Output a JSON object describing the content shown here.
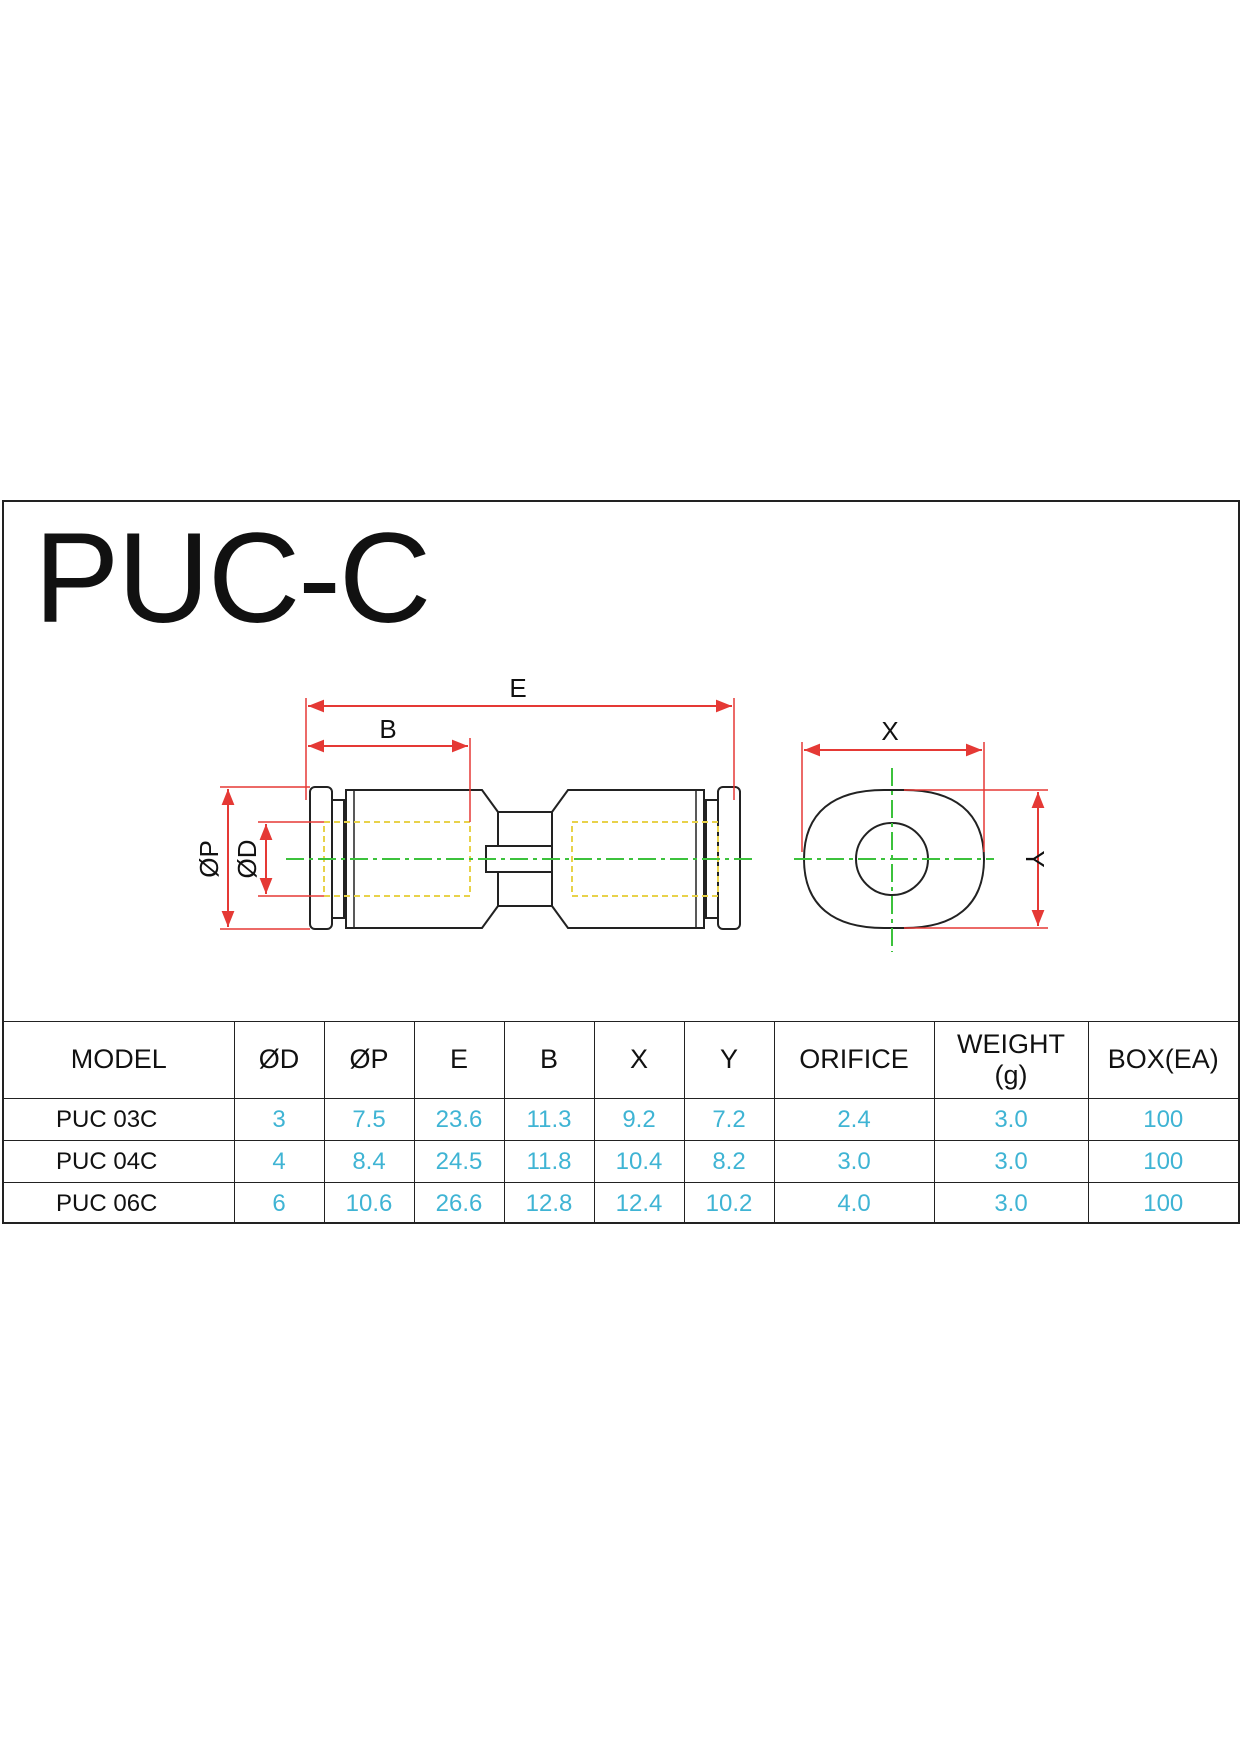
{
  "title": "PUC-C",
  "drawing": {
    "labels": {
      "e": "E",
      "b": "B",
      "x": "X",
      "y": "Y",
      "phi_p": "ØP",
      "phi_d": "ØD"
    },
    "colors": {
      "dimension": "#e53935",
      "centerline": "#3cc23c",
      "hidden": "#e8d24a",
      "outline": "#222222"
    }
  },
  "table": {
    "headers": [
      "MODEL",
      "ØD",
      "ØP",
      "E",
      "B",
      "X",
      "Y",
      "ORIFICE",
      "WEIGHT (g)",
      "BOX(EA)"
    ],
    "rows": [
      [
        "PUC 03C",
        "3",
        "7.5",
        "23.6",
        "11.3",
        "9.2",
        "7.2",
        "2.4",
        "3.0",
        "100"
      ],
      [
        "PUC 04C",
        "4",
        "8.4",
        "24.5",
        "11.8",
        "10.4",
        "8.2",
        "3.0",
        "3.0",
        "100"
      ],
      [
        "PUC 06C",
        "6",
        "10.6",
        "26.6",
        "12.8",
        "12.4",
        "10.2",
        "4.0",
        "3.0",
        "100"
      ]
    ],
    "value_color": "#3fb4d4"
  }
}
